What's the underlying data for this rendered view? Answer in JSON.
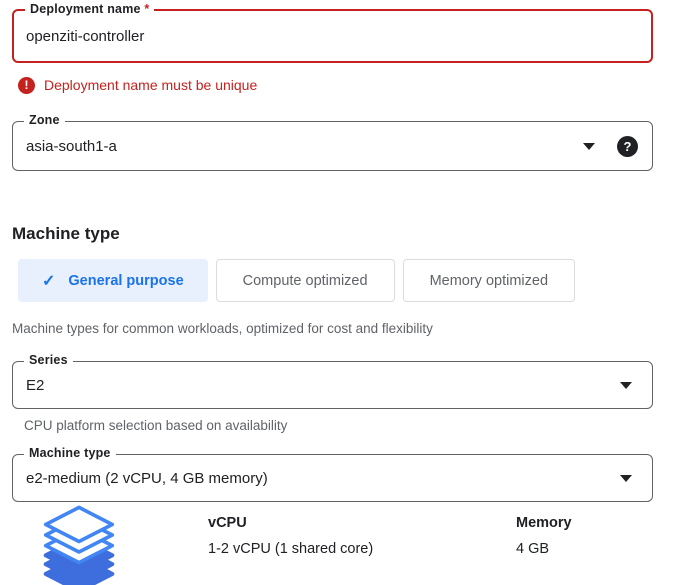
{
  "deployment_name_field": {
    "label": "Deployment name",
    "required_marker": "*",
    "value": "openziti-controller"
  },
  "error": {
    "icon_glyph": "!",
    "message": "Deployment name must be unique"
  },
  "zone_field": {
    "label": "Zone",
    "value": "asia-south1-a",
    "help_glyph": "?"
  },
  "machine_type_section": {
    "heading": "Machine type",
    "tabs": [
      {
        "label": "General purpose",
        "selected": true,
        "check_glyph": "✓"
      },
      {
        "label": "Compute optimized",
        "selected": false
      },
      {
        "label": "Memory optimized",
        "selected": false
      }
    ],
    "description": "Machine types for common workloads, optimized for cost and flexibility"
  },
  "series_field": {
    "label": "Series",
    "value": "E2",
    "helper": "CPU platform selection based on availability"
  },
  "machine_type_field": {
    "label": "Machine type",
    "value": "e2-medium (2 vCPU, 4 GB memory)"
  },
  "specs": {
    "columns": [
      {
        "header": "vCPU",
        "value": "1-2 vCPU (1 shared core)"
      },
      {
        "header": "Memory",
        "value": "4 GB"
      }
    ]
  },
  "colors": {
    "accent_blue": "#1a73e8",
    "selected_tab_bg": "#e8f0fe",
    "error_red": "#c5221f",
    "field_border_gray": "#5f6368",
    "icon_stroke_blue": "#4285f4",
    "icon_fill_blue": "#3e6edd"
  }
}
